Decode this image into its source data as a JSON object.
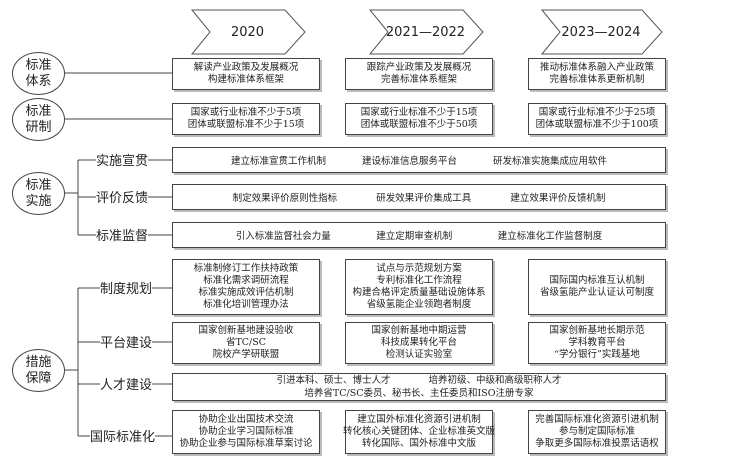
{
  "headers": [
    "2020",
    "2021—2022",
    "2023—2024"
  ],
  "categories": {
    "standard_system": "标准体系",
    "standard_dev": "标准研制",
    "implementation": "标准实施",
    "safeguards": "措施保障"
  },
  "sublabels": {
    "promotion": "实施宣贯",
    "evaluation": "评价反馈",
    "supervision": "标准监督",
    "policy": "制度规划",
    "platform": "平台建设",
    "talent": "人才建设",
    "international": "国际标准化"
  },
  "rows": {
    "system": [
      [
        "解读产业政策及发展概况",
        "构建标准体系框架"
      ],
      [
        "跟踪产业政策及发展概况",
        "完善标准体系框架"
      ],
      [
        "推动标准体系融入产业政策",
        "完善标准体系更新机制"
      ]
    ],
    "dev": [
      [
        "国家或行业标准不少于5项",
        "团体或联盟标准不少于15项"
      ],
      [
        "国家或行业标准不少于15项",
        "团体或联盟标准不少于50项"
      ],
      [
        "国家或行业标准不少于25项",
        "团体或联盟标准不少于100项"
      ]
    ],
    "promotion": [
      "建立标准宣贯工作机制",
      "建设标准信息服务平台",
      "研发标准实施集成应用软件"
    ],
    "evaluation": [
      "制定效果评价原则性指标",
      "研发效果评价集成工具",
      "建立效果评价反馈机制"
    ],
    "supervision": [
      "引入标准监督社会力量",
      "建立定期审查机制",
      "建立标准化工作监督制度"
    ],
    "policy": [
      [
        "标准制修订工作扶持政策",
        "标准化需求调研流程",
        "标准实施成效评估机制",
        "标准化培训管理办法"
      ],
      [
        "试点与示范规划方案",
        "专利标准化工作流程",
        "构建合格评定质量基础设施体系",
        "省级氢能企业领跑者制度"
      ],
      [
        "国际国内标准互认机制",
        "省级氢能产业认证认可制度"
      ]
    ],
    "platform": [
      [
        "国家创新基地建设验收",
        "省TC/SC",
        "院校产学研联盟"
      ],
      [
        "国家创新基地中期运营",
        "科技成果转化平台",
        "检测认证实验室"
      ],
      [
        "国家创新基地长期示范",
        "学科教育平台",
        "“学分银行”实践基地"
      ]
    ],
    "talent": [
      "引进本科、硕士、博士人才　　　　培养初级、中级和高级职称人才",
      "培养省TC/SC委员、秘书长、主任委员和ISO注册专家"
    ],
    "international": [
      [
        "协助企业出国技术交流",
        "协助企业学习国际标准",
        "协助企业参与国际标准草案讨论"
      ],
      [
        "建立国外标准化资源引进机制",
        "转化核心关键团体、企业标准英文版",
        "转化国际、国外标准中文版"
      ],
      [
        "完善国际标准化资源引进机制",
        "参与制定国际标准",
        "争取更多国际标准投票话语权"
      ]
    ]
  }
}
